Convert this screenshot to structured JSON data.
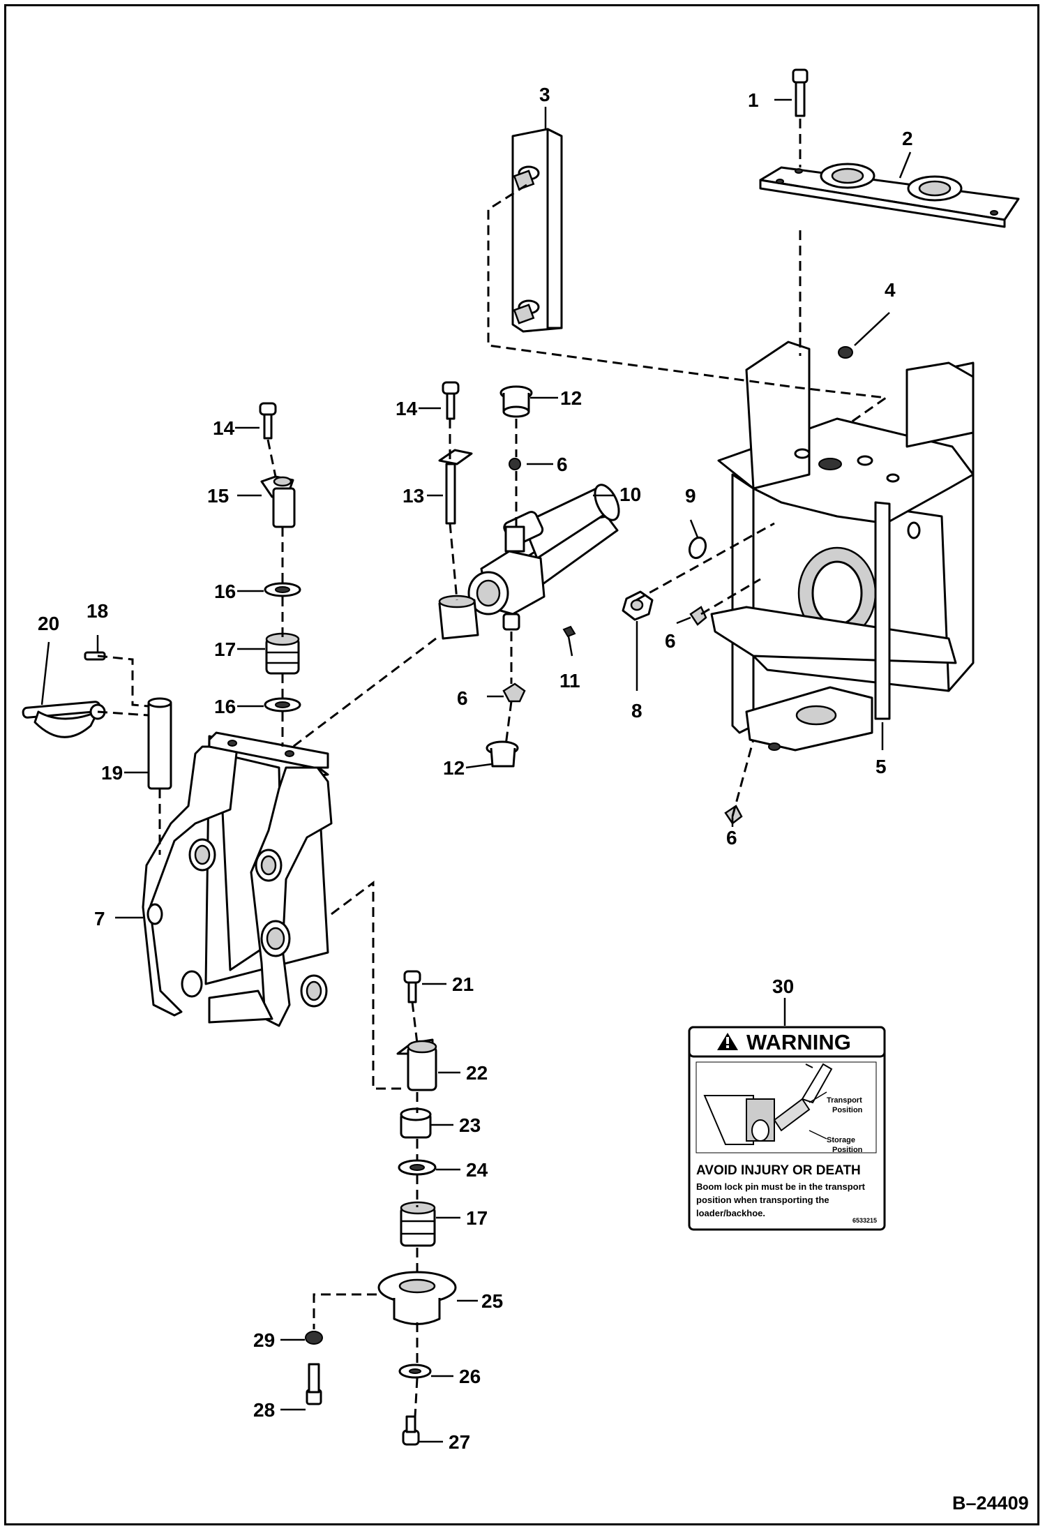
{
  "callouts": {
    "c1": "1",
    "c2": "2",
    "c3": "3",
    "c4": "4",
    "c5": "5",
    "c6a": "6",
    "c6b": "6",
    "c6c": "6",
    "c6d": "6",
    "c7": "7",
    "c8": "8",
    "c9": "9",
    "c10": "10",
    "c11": "11",
    "c12a": "12",
    "c12b": "12",
    "c13": "13",
    "c14a": "14",
    "c14b": "14",
    "c15": "15",
    "c16a": "16",
    "c16b": "16",
    "c17a": "17",
    "c17b": "17",
    "c18": "18",
    "c19": "19",
    "c20": "20",
    "c21": "21",
    "c22": "22",
    "c23": "23",
    "c24": "24",
    "c25": "25",
    "c26": "26",
    "c27": "27",
    "c28": "28",
    "c29": "29",
    "c30": "30"
  },
  "decal": {
    "heading": "WARNING",
    "label_transport": "Transport",
    "label_transport_2": "Position",
    "label_storage": "Storage",
    "label_storage_2": "Position",
    "title": "AVOID INJURY OR DEATH",
    "body_1": "Boom lock pin must be in the transport",
    "body_2": "position when transporting the",
    "body_3": "loader/backhoe.",
    "code": "6533215"
  },
  "reference": "B–24409",
  "icons": [
    "warning-triangle-icon"
  ]
}
